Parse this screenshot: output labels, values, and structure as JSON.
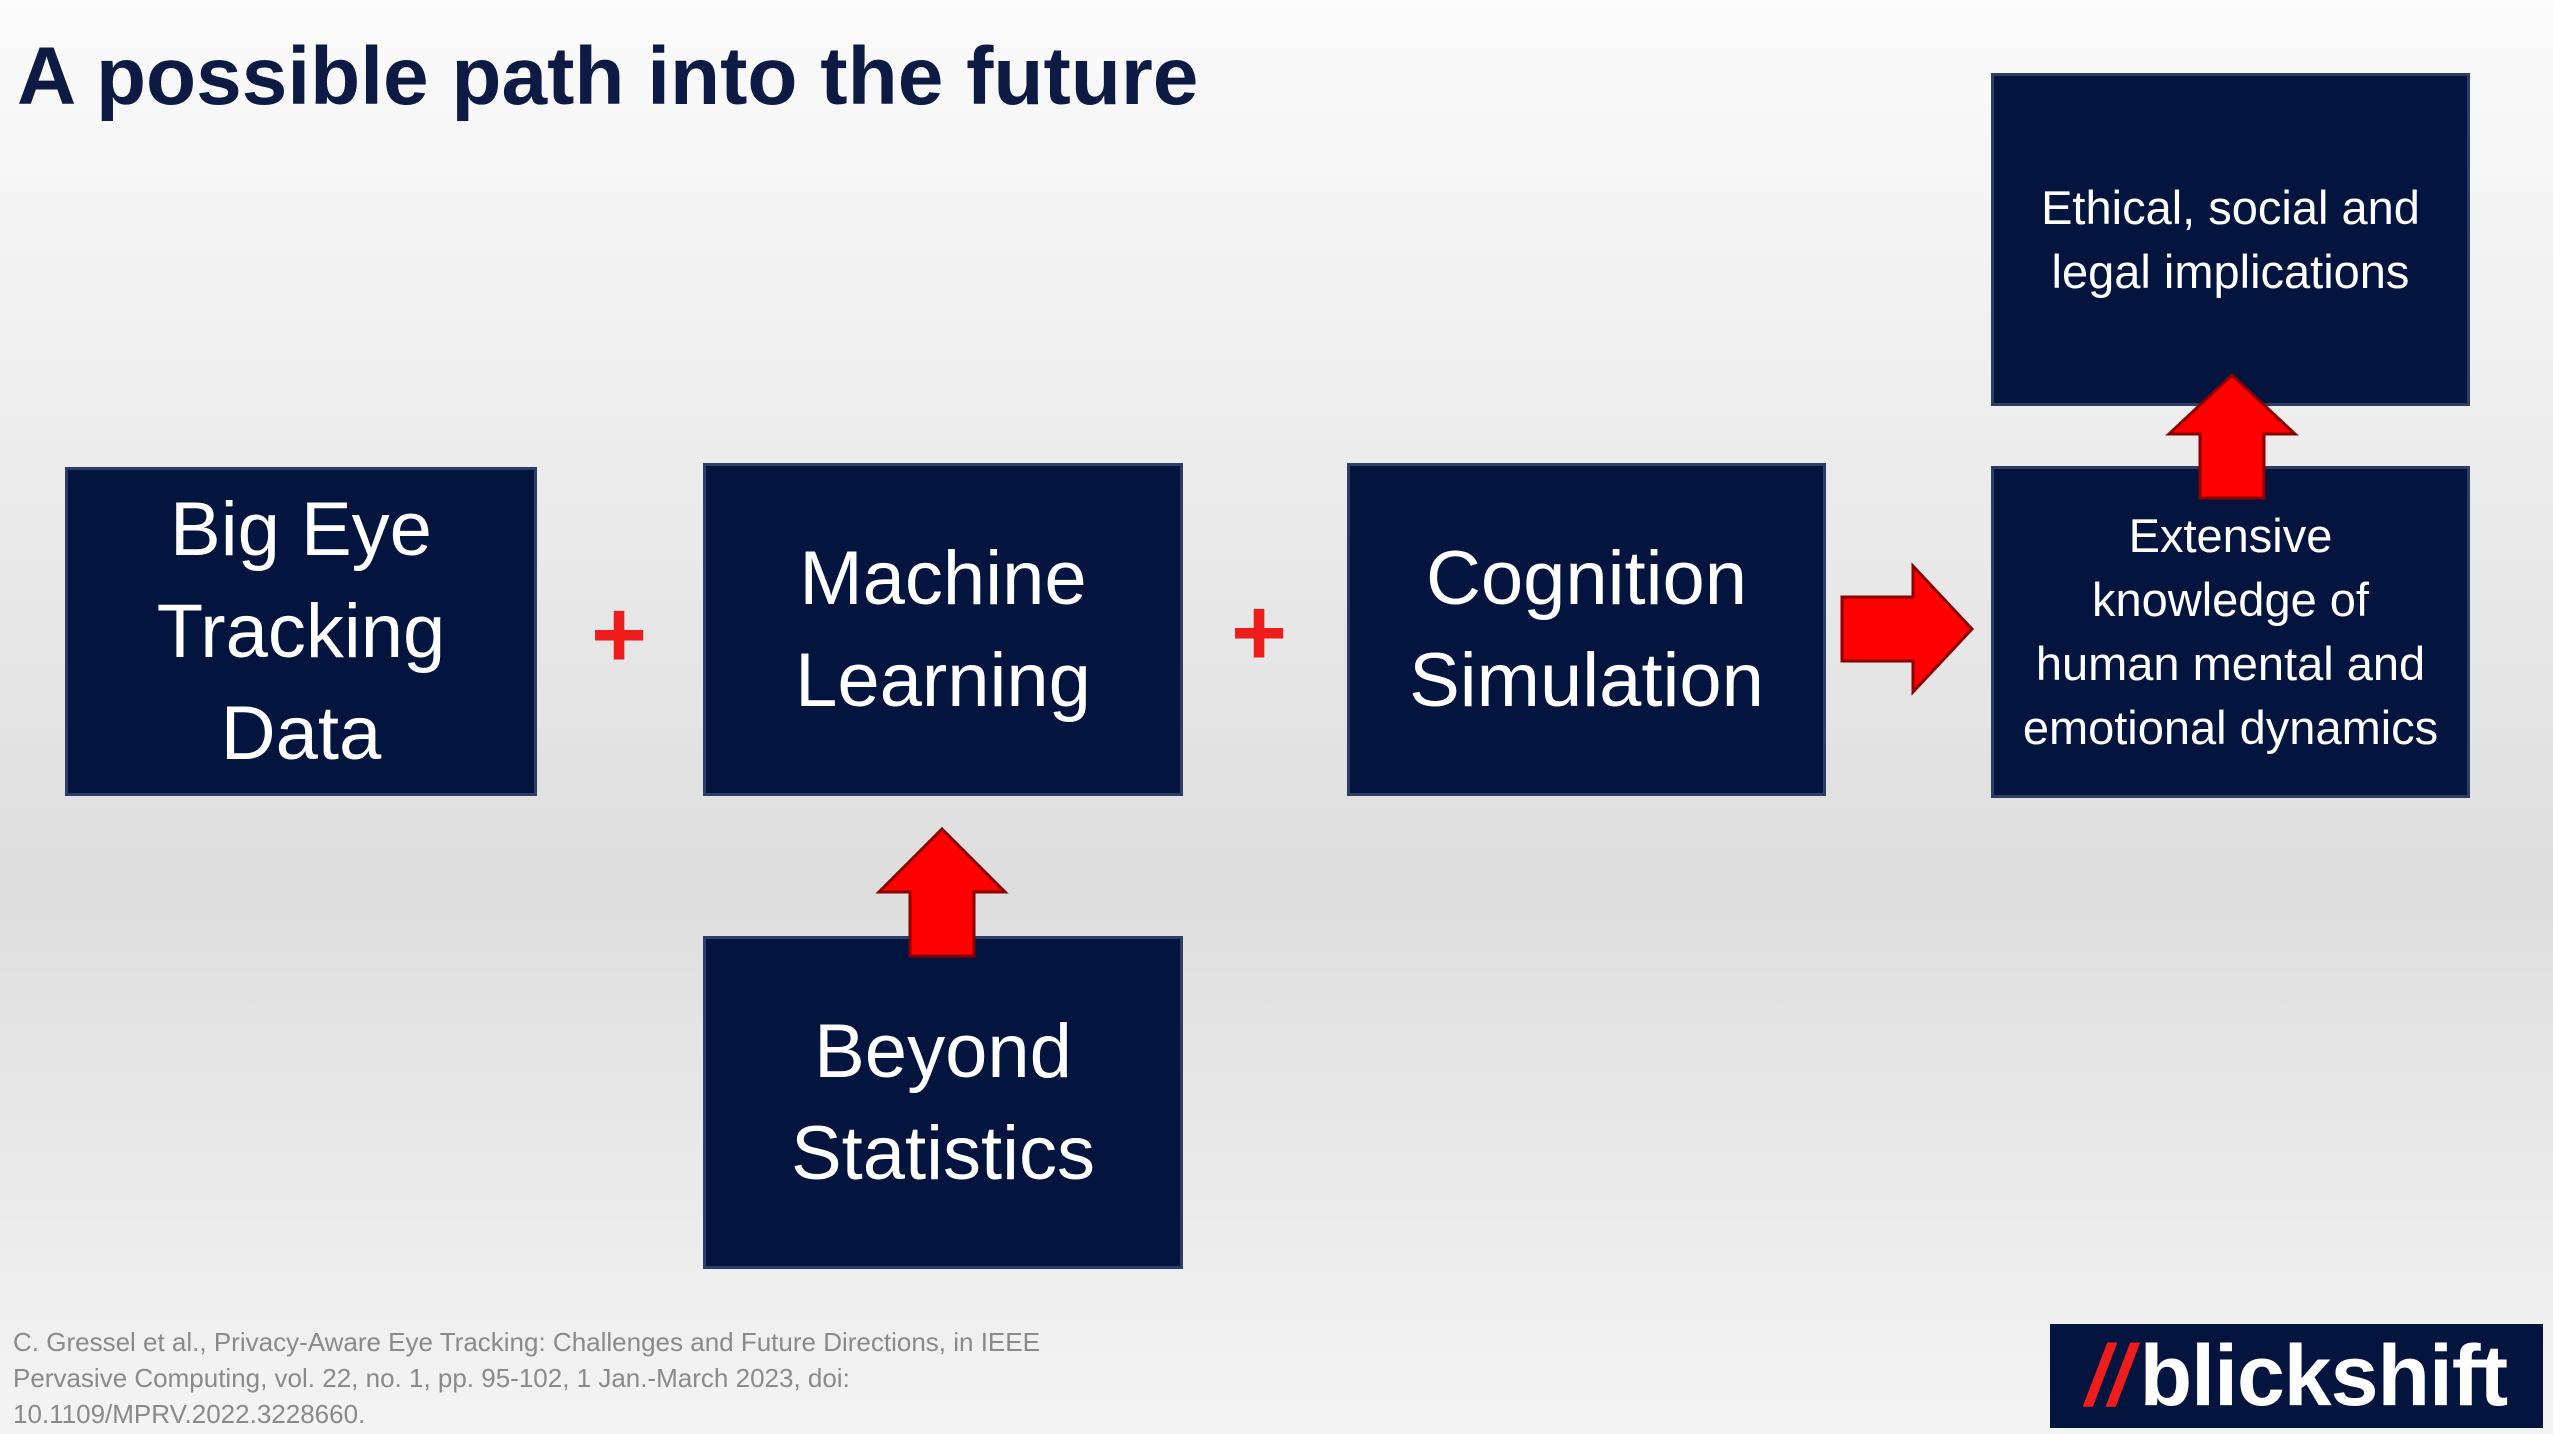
{
  "slide": {
    "title": "A possible path into the future"
  },
  "boxes": {
    "big_eye_tracking": "Big Eye\nTracking\nData",
    "machine_learning": "Machine\nLearning",
    "beyond_statistics": "Beyond\nStatistics",
    "cognition_simulation": "Cognition\nSimulation",
    "extensive_knowledge": "Extensive\nknowledge of\nhuman mental and\nemotional dynamics",
    "ethical_implications": "Ethical, social and\nlegal implications"
  },
  "operators": {
    "plus_1": "+",
    "plus_2": "+"
  },
  "citation": "C. Gressel et al., Privacy-Aware Eye Tracking: Challenges and Future Directions, in IEEE\nPervasive Computing, vol. 22, no. 1, pp. 95-102, 1 Jan.-March 2023, doi:\n10.1109/MPRV.2022.3228660.",
  "logo": {
    "slashes": "//",
    "text": "blickshift"
  },
  "colors": {
    "box_fill": "#03153f",
    "arrow_fill": "#ff0000",
    "plus_color": "#ef1c1c",
    "title_color": "#0d1b44"
  }
}
